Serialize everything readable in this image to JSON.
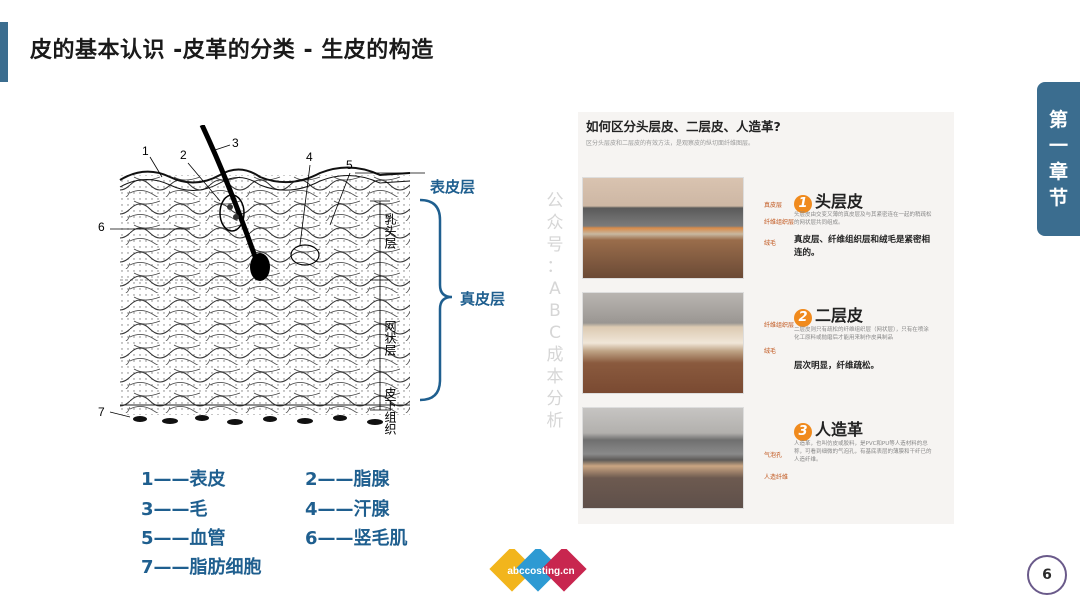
{
  "slide": {
    "title": "皮的基本认识 -皮革的分类 - 生皮的构造",
    "chapter_chars": [
      "第",
      "一",
      "章",
      "节"
    ],
    "page_number": "6"
  },
  "diagram": {
    "callout_numbers": [
      "1",
      "2",
      "3",
      "4",
      "5",
      "6",
      "7"
    ],
    "layer_epidermis": "表皮层",
    "layer_dermis": "真皮层",
    "sublayer_papillary": "乳头层",
    "sublayer_reticular": "网状层",
    "sublayer_subcutaneous": "皮下组织"
  },
  "legend": [
    "1——表皮",
    "2——脂腺",
    "3——毛",
    "4——汗腺",
    "5——血管",
    "6——竖毛肌",
    "7——脂肪细胞"
  ],
  "photo": {
    "question": "如何区分头层皮、二层皮、人造革?",
    "subtitle": "区分头层皮和二层皮的有效方法，是观察皮的纵切面纤维图层。",
    "sample1_labels": [
      "真皮层",
      "纤维组织层",
      "绒毛"
    ],
    "sample2_labels": [
      "纤维组织层",
      "绒毛"
    ],
    "sample3_labels": [
      "气泡孔",
      "人造纤维"
    ],
    "types": [
      {
        "num": "1",
        "title": "头层皮",
        "desc": "头层皮由交变又薄的真皮层及与其紧密连在一起的稍疏松的网状层共同组成。",
        "key": "真皮层、纤维组织层和绒毛是紧密相连的。"
      },
      {
        "num": "2",
        "title": "二层皮",
        "desc": "二层皮则只有疏松的纤维组织层（网状层），只有在喷涂化工原料或抛磨后才能用来制作皮具制品",
        "key": "层次明显，纤维疏松。"
      },
      {
        "num": "3",
        "title": "人造革",
        "desc": "人造革，也叫仿皮或胶料，是PVC和PU等人造材料的总称，可看到细微的气泡孔，有基底表层的薄膜和干纤已的人造纤维。",
        "key": ""
      }
    ]
  },
  "watermark": [
    "公",
    "众",
    "号",
    "：",
    "A",
    "B",
    "C",
    "成",
    "本",
    "分",
    "析"
  ],
  "logo_text": "abccosting.cn",
  "colors": {
    "accent": "#3b6d8f",
    "legend_text": "#1f5f8f",
    "orange": "#f08a1d"
  }
}
